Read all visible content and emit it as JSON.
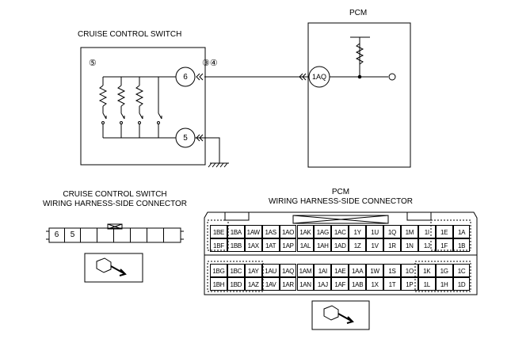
{
  "title_pcm": "PCM",
  "title_switch": "CRUISE CONTROL SWITCH",
  "num5": "⑤",
  "num34": "③④",
  "pin6": "6",
  "pin5": "5",
  "pin1aq": "1AQ",
  "conn_switch": {
    "line1": "CRUISE CONTROL SWITCH",
    "line2": "WIRING HARNESS-SIDE CONNECTOR",
    "cells": [
      "6",
      "5",
      "",
      "",
      "",
      "",
      "",
      ""
    ]
  },
  "conn_pcm": {
    "line1": "PCM",
    "line2": "WIRING HARNESS-SIDE CONNECTOR",
    "rows": [
      [
        "1BE",
        "1BA",
        "1AW",
        "1AS",
        "1AO",
        "1AK",
        "1AG",
        "1AC",
        "1Y",
        "1U",
        "1Q",
        "1M",
        "1I",
        "1E",
        "1A"
      ],
      [
        "1BF",
        "1BB",
        "1AX",
        "1AT",
        "1AP",
        "1AL",
        "1AH",
        "1AD",
        "1Z",
        "1V",
        "1R",
        "1N",
        "1J",
        "1F",
        "1B"
      ],
      [
        "1BG",
        "1BC",
        "1AY",
        "1AU",
        "1AQ",
        "1AM",
        "1AI",
        "1AE",
        "1AA",
        "1W",
        "1S",
        "1O",
        "1K",
        "1G",
        "1C"
      ],
      [
        "1BH",
        "1BD",
        "1AZ",
        "1AV",
        "1AR",
        "1AN",
        "1AJ",
        "1AF",
        "1AB",
        "1X",
        "1T",
        "1P",
        "1L",
        "1H",
        "1D"
      ]
    ]
  }
}
